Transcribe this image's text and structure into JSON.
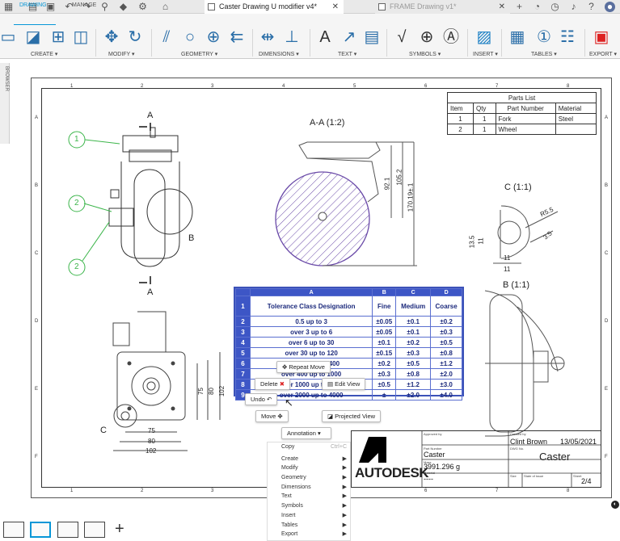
{
  "tabs": {
    "active": "Caster Drawing U modifier v4*",
    "inactive": "FRAME Drawing v1*"
  },
  "ribbon": {
    "tab_drawing": "DRAWING",
    "tab_manage": "MANAGE",
    "groups": {
      "create": "CREATE ▾",
      "modify": "MODIFY ▾",
      "geometry": "GEOMETRY ▾",
      "dimensions": "DIMENSIONS ▾",
      "text": "TEXT ▾",
      "symbols": "SYMBOLS ▾",
      "insert": "INSERT ▾",
      "tables": "TABLES ▾",
      "export": "EXPORT ▾"
    }
  },
  "sidebar": {
    "label": "BROWSER"
  },
  "zones": {
    "cols": [
      "1",
      "2",
      "3",
      "4",
      "5",
      "6",
      "7",
      "8"
    ],
    "rows": [
      "A",
      "B",
      "C",
      "D",
      "E",
      "F"
    ]
  },
  "parts_list": {
    "title": "Parts List",
    "headers": [
      "Item",
      "Qty",
      "Part Number",
      "Material"
    ],
    "rows": [
      [
        "1",
        "1",
        "Fork",
        "Steel"
      ],
      [
        "2",
        "1",
        "Wheel",
        ""
      ]
    ]
  },
  "views": {
    "section": "A-A (1:2)",
    "detail_c": "C (1:1)",
    "detail_b": "B (1:1)",
    "label_a_top": "A",
    "label_a_bottom": "A",
    "label_b": "B",
    "label_c": "C"
  },
  "balloons": [
    "1",
    "2",
    "2"
  ],
  "dims": {
    "d92": "92.1",
    "d105": "105.2",
    "d170": "170.19±.1",
    "r55": "R5.5",
    "d35": "3.5",
    "d135": "13.5",
    "d11a": "11",
    "d11b": "11",
    "d11c": "11",
    "d75v": "75",
    "d80v": "80",
    "d102v": "102",
    "d75h": "75",
    "d80h": "80",
    "d102h": "102"
  },
  "tolerance_table": {
    "cols": [
      "A",
      "B",
      "C",
      "D"
    ],
    "headers": [
      "Tolerance Class Designation",
      "Fine",
      "Medium",
      "Coarse"
    ],
    "rows": [
      [
        "0.5 up to 3",
        "±0.05",
        "±0.1",
        "±0.2"
      ],
      [
        "over 3 up to 6",
        "±0.05",
        "±0.1",
        "±0.3"
      ],
      [
        "over 6 up to 30",
        "±0.1",
        "±0.2",
        "±0.5"
      ],
      [
        "over 30 up to 120",
        "±0.15",
        "±0.3",
        "±0.8"
      ],
      [
        "over 120 up to 400",
        "±0.2",
        "±0.5",
        "±1.2"
      ],
      [
        "over 400 up to 1000",
        "±0.3",
        "±0.8",
        "±2.0"
      ],
      [
        "over 1000 up to 2000",
        "±0.5",
        "±1.2",
        "±3.0"
      ],
      [
        "over 2000 up to 4000",
        "±",
        "±2.0",
        "±4.0"
      ]
    ],
    "row_numbers": [
      "1",
      "2",
      "3",
      "4",
      "5",
      "6",
      "7",
      "8",
      "9"
    ]
  },
  "marking_menu": {
    "repeat_move": "Repeat Move",
    "delete": "Delete",
    "edit_view": "Edit View",
    "undo": "Undo",
    "move": "Move",
    "projected_view": "Projected View",
    "annotation": "Annotation"
  },
  "context_menu": {
    "copy": "Copy",
    "copy_shortcut": "Ctrl+C",
    "items": [
      "Create",
      "Modify",
      "Geometry",
      "Dimensions",
      "Text",
      "Symbols",
      "Insert",
      "Tables",
      "Export"
    ]
  },
  "title_block": {
    "approved_label": "Approved by",
    "created_label": "Created by",
    "created_by": "Clint Brown",
    "date": "13/05/2021",
    "part_label": "Part Number",
    "part_number": "Caster",
    "dwg_label": "DWG No.",
    "title": "Caster",
    "mass_label": "Mass",
    "mass": "3991.296 g",
    "material_label": "Material",
    "material": "----",
    "size_label": "Size",
    "state_label": "State of issue",
    "sheet_label": "Sheet",
    "sheet": "2/4",
    "brand": "AUTODESK"
  },
  "colors": {
    "accent": "#0696d7",
    "table_blue": "#3d56c6",
    "balloon_green": "#3bb54a",
    "hatch": "#6a4aa8"
  }
}
